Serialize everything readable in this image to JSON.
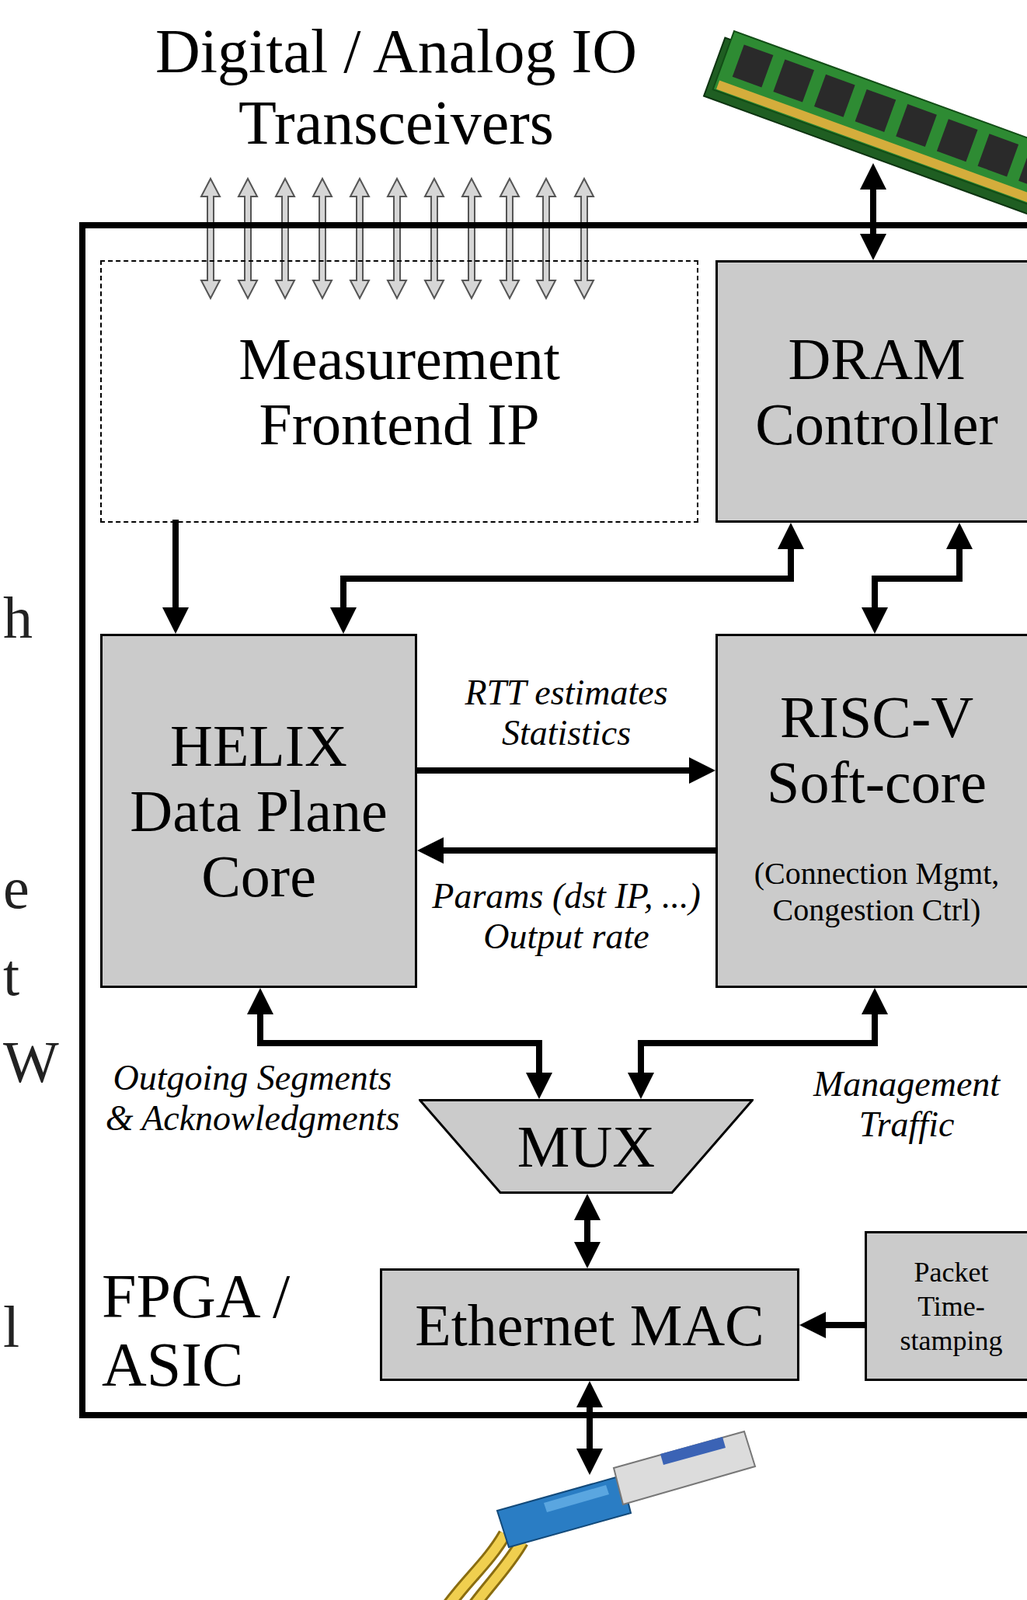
{
  "diagram": {
    "nodes": [
      {
        "text": [
          "FPGA / ASIC"
        ]
      },
      {
        "text": [
          "Measurement Frontend IP"
        ],
        "in": 0
      },
      {
        "text": [
          "DRAM Controller"
        ],
        "in": 0
      },
      {
        "text": [
          "HELIX Data Plane Core"
        ],
        "in": 0
      },
      {
        "text": [
          "RISC-V Soft-core",
          "(Connection Mgmt, Congestion Ctrl)"
        ],
        "in": 0
      },
      {
        "text": [
          "MUX"
        ],
        "in": 0
      },
      {
        "text": [
          "Ethernet MAC"
        ],
        "in": 0
      },
      {
        "text": [
          "Packet Time-stamping"
        ],
        "in": 0
      }
    ],
    "edges": [
      {
        "from": 1,
        "to": 3,
        "arrow": "to"
      },
      {
        "from": 3,
        "to": 2,
        "arrow": "both"
      },
      {
        "from": 2,
        "to": 4,
        "arrow": "both"
      },
      {
        "from": 3,
        "to": 4,
        "label": "RTT estimates Statistics",
        "arrow": "to"
      },
      {
        "from": 4,
        "to": 3,
        "label": "Params (dst IP, ...) Output rate",
        "arrow": "to"
      },
      {
        "from": 3,
        "to": 5,
        "label": "Outgoing Segments & Acknowledgments",
        "arrow": "both"
      },
      {
        "from": 4,
        "to": 5,
        "label": "Management Traffic",
        "arrow": "both"
      },
      {
        "from": 5,
        "to": 6,
        "arrow": "both"
      },
      {
        "from": 7,
        "to": 6,
        "arrow": "to"
      }
    ],
    "labels": [
      "Digital / Analog IO Transceivers",
      "h",
      "e",
      "t",
      "W",
      "l"
    ]
  }
}
